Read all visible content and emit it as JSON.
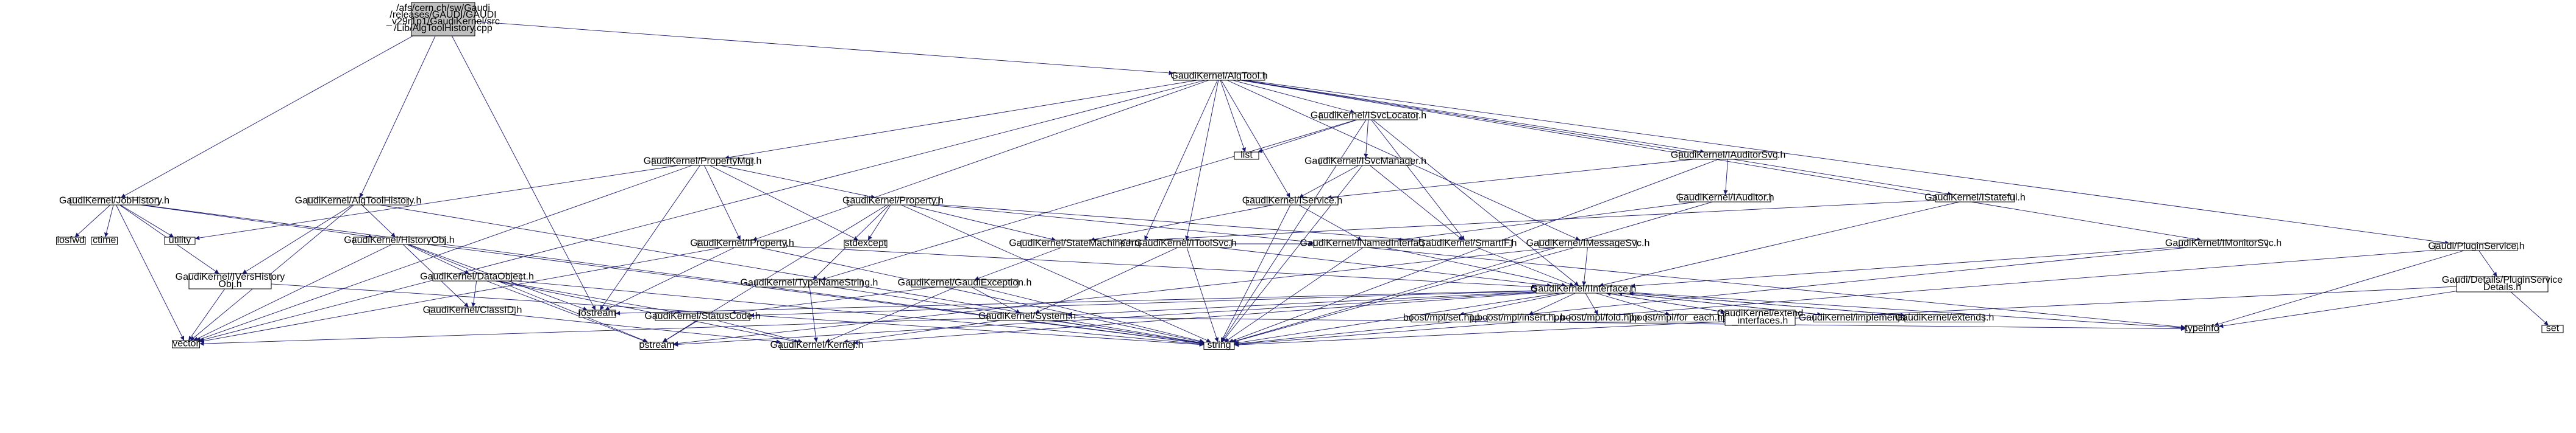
{
  "colors": {
    "edge": "#191970",
    "root_fill": "#bfbfbf",
    "node_fill": "#ffffff",
    "highlight_border": "#ff0000",
    "lib_border": "#bfbfbf"
  },
  "nodes": [
    {
      "id": "root",
      "lines": [
        "/afs/cern.ch/sw/Gaudi",
        "/releases/GAUDI/GAUDI",
        "_v29r1p1/GaudiKernel/src",
        "/Lib/AlgToolHistory.cpp"
      ],
      "style": "root"
    },
    {
      "id": "algtool",
      "lines": [
        "GaudiKernel/AlgTool.h"
      ],
      "style": "normal"
    },
    {
      "id": "svclocator",
      "lines": [
        "GaudiKernel/ISvcLocator.h"
      ],
      "style": "normal"
    },
    {
      "id": "list",
      "lines": [
        "list"
      ],
      "style": "lib"
    },
    {
      "id": "isvcmanager",
      "lines": [
        "GaudiKernel/ISvcManager.h"
      ],
      "style": "red"
    },
    {
      "id": "iauditorsvc",
      "lines": [
        "GaudiKernel/IAuditorSvc.h"
      ],
      "style": "normal"
    },
    {
      "id": "iauditor",
      "lines": [
        "GaudiKernel/IAuditor.h"
      ],
      "style": "normal"
    },
    {
      "id": "istateful",
      "lines": [
        "GaudiKernel/IStateful.h"
      ],
      "style": "normal"
    },
    {
      "id": "imonitorsvc",
      "lines": [
        "GaudiKernel/IMonitorSvc.h"
      ],
      "style": "normal"
    },
    {
      "id": "pluginservice",
      "lines": [
        "Gaudi/PluginService.h"
      ],
      "style": "normal"
    },
    {
      "id": "pluginservicedetails",
      "lines": [
        "Gaudi/Details/PluginService",
        "Details.h"
      ],
      "style": "red"
    },
    {
      "id": "set",
      "lines": [
        "set"
      ],
      "style": "lib"
    },
    {
      "id": "typeinfo",
      "lines": [
        "typeinfo"
      ],
      "style": "lib"
    },
    {
      "id": "propertymgr",
      "lines": [
        "GaudiKernel/PropertyMgr.h"
      ],
      "style": "normal"
    },
    {
      "id": "jobhistory",
      "lines": [
        "GaudiKernel/JobHistory.h"
      ],
      "style": "normal"
    },
    {
      "id": "algtoolhistory",
      "lines": [
        "GaudiKernel/AlgToolHistory.h"
      ],
      "style": "normal"
    },
    {
      "id": "property",
      "lines": [
        "GaudiKernel/Property.h"
      ],
      "style": "red"
    },
    {
      "id": "ialgtool",
      "lines": [
        "GaudiKernel/IAlgTool.h"
      ],
      "style": "normal"
    },
    {
      "id": "iservice",
      "lines": [
        "GaudiKernel/IService.h"
      ],
      "style": "normal"
    },
    {
      "id": "iosfwd",
      "lines": [
        "iosfwd"
      ],
      "style": "lib"
    },
    {
      "id": "ctime",
      "lines": [
        "ctime"
      ],
      "style": "lib"
    },
    {
      "id": "utility",
      "lines": [
        "utility"
      ],
      "style": "lib"
    },
    {
      "id": "historyobj",
      "lines": [
        "GaudiKernel/HistoryObj.h"
      ],
      "style": "normal"
    },
    {
      "id": "iproperty",
      "lines": [
        "GaudiKernel/IProperty.h"
      ],
      "style": "normal"
    },
    {
      "id": "stdexcept",
      "lines": [
        "stdexcept"
      ],
      "style": "lib"
    },
    {
      "id": "statemachine",
      "lines": [
        "GaudiKernel/StateMachine.h"
      ],
      "style": "normal"
    },
    {
      "id": "itoolsvc",
      "lines": [
        "GaudiKernel/IToolSvc.h"
      ],
      "style": "normal"
    },
    {
      "id": "inamedinterface",
      "lines": [
        "GaudiKernel/INamedInterface.h"
      ],
      "style": "normal"
    },
    {
      "id": "smartif",
      "lines": [
        "GaudiKernel/SmartIF.h"
      ],
      "style": "normal"
    },
    {
      "id": "imessagesvc",
      "lines": [
        "GaudiKernel/IMessageSvc.h"
      ],
      "style": "normal"
    },
    {
      "id": "iversholder",
      "lines": [
        "GaudiKernel/IVersHistory",
        "Obj.h"
      ],
      "style": "normal"
    },
    {
      "id": "dataobject",
      "lines": [
        "GaudiKernel/DataObject.h"
      ],
      "style": "normal"
    },
    {
      "id": "typenamestring",
      "lines": [
        "GaudiKernel/TypeNameString.h"
      ],
      "style": "normal"
    },
    {
      "id": "gaudiexception",
      "lines": [
        "GaudiKernel/GaudiException.h"
      ],
      "style": "red"
    },
    {
      "id": "iinterface",
      "lines": [
        "GaudiKernel/IInterface.h"
      ],
      "style": "normal"
    },
    {
      "id": "classid",
      "lines": [
        "GaudiKernel/ClassID.h"
      ],
      "style": "normal"
    },
    {
      "id": "iostream",
      "lines": [
        "iostream"
      ],
      "style": "lib"
    },
    {
      "id": "statuscode",
      "lines": [
        "GaudiKernel/StatusCode.h"
      ],
      "style": "red"
    },
    {
      "id": "system",
      "lines": [
        "GaudiKernel/System.h"
      ],
      "style": "red"
    },
    {
      "id": "boostset",
      "lines": [
        "boost/mpl/set.hpp"
      ],
      "style": "lib"
    },
    {
      "id": "boostinsert",
      "lines": [
        "boost/mpl/insert.hpp"
      ],
      "style": "lib"
    },
    {
      "id": "boostfold",
      "lines": [
        "boost/mpl/fold.hpp"
      ],
      "style": "lib"
    },
    {
      "id": "boostforeach",
      "lines": [
        "boost/mpl/for_each.hpp"
      ],
      "style": "lib"
    },
    {
      "id": "extendinterfaces",
      "lines": [
        "GaudiKernel/extend",
        "_interfaces.h"
      ],
      "style": "normal"
    },
    {
      "id": "implements",
      "lines": [
        "GaudiKernel/implements.h"
      ],
      "style": "normal"
    },
    {
      "id": "extends",
      "lines": [
        "GaudiKernel/extends.h"
      ],
      "style": "normal"
    },
    {
      "id": "vector",
      "lines": [
        "vector"
      ],
      "style": "lib"
    },
    {
      "id": "ostream",
      "lines": [
        "ostream"
      ],
      "style": "lib"
    },
    {
      "id": "kernel",
      "lines": [
        "GaudiKernel/Kernel.h"
      ],
      "style": "normal"
    },
    {
      "id": "string",
      "lines": [
        "string"
      ],
      "style": "lib"
    }
  ],
  "edges": [
    [
      "root",
      "algtool"
    ],
    [
      "root",
      "jobhistory"
    ],
    [
      "root",
      "algtoolhistory"
    ],
    [
      "root",
      "iostream"
    ],
    [
      "algtool",
      "svclocator"
    ],
    [
      "algtool",
      "list"
    ],
    [
      "algtool",
      "iauditorsvc"
    ],
    [
      "algtool",
      "istateful"
    ],
    [
      "algtool",
      "imonitorsvc"
    ],
    [
      "algtool",
      "pluginservice"
    ],
    [
      "algtool",
      "propertymgr"
    ],
    [
      "algtool",
      "iproperty"
    ],
    [
      "algtool",
      "ialgtool"
    ],
    [
      "algtool",
      "iservice"
    ],
    [
      "algtool",
      "itoolsvc"
    ],
    [
      "algtool",
      "imessagesvc"
    ],
    [
      "algtool",
      "vector"
    ],
    [
      "svclocator",
      "list"
    ],
    [
      "svclocator",
      "isvcmanager"
    ],
    [
      "svclocator",
      "smartif"
    ],
    [
      "svclocator",
      "iinterface"
    ],
    [
      "svclocator",
      "string"
    ],
    [
      "svclocator",
      "typenamestring"
    ],
    [
      "isvcmanager",
      "iservice"
    ],
    [
      "isvcmanager",
      "smartif"
    ],
    [
      "isvcmanager",
      "string"
    ],
    [
      "iauditorsvc",
      "iauditor"
    ],
    [
      "iauditorsvc",
      "iservice"
    ],
    [
      "iauditorsvc",
      "string"
    ],
    [
      "iauditor",
      "inamedinterface"
    ],
    [
      "iauditor",
      "string"
    ],
    [
      "istateful",
      "iinterface"
    ],
    [
      "istateful",
      "statemachine"
    ],
    [
      "imonitorsvc",
      "iinterface"
    ],
    [
      "imonitorsvc",
      "string"
    ],
    [
      "pluginservice",
      "pluginservicedetails"
    ],
    [
      "pluginservice",
      "string"
    ],
    [
      "pluginservice",
      "typeinfo"
    ],
    [
      "pluginservicedetails",
      "set"
    ],
    [
      "pluginservicedetails",
      "typeinfo"
    ],
    [
      "pluginservicedetails",
      "string"
    ],
    [
      "propertymgr",
      "property"
    ],
    [
      "propertymgr",
      "iproperty"
    ],
    [
      "propertymgr",
      "utility"
    ],
    [
      "propertymgr",
      "stdexcept"
    ],
    [
      "propertymgr",
      "iostream"
    ],
    [
      "propertymgr",
      "vector"
    ],
    [
      "jobhistory",
      "historyobj"
    ],
    [
      "jobhistory",
      "iversholder"
    ],
    [
      "jobhistory",
      "iosfwd"
    ],
    [
      "jobhistory",
      "ctime"
    ],
    [
      "jobhistory",
      "utility"
    ],
    [
      "jobhistory",
      "vector"
    ],
    [
      "jobhistory",
      "string"
    ],
    [
      "algtoolhistory",
      "historyobj"
    ],
    [
      "algtoolhistory",
      "iversholder"
    ],
    [
      "algtoolhistory",
      "vector"
    ],
    [
      "algtoolhistory",
      "string"
    ],
    [
      "property",
      "statemachine"
    ],
    [
      "property",
      "smartif"
    ],
    [
      "property",
      "typenamestring"
    ],
    [
      "property",
      "typeinfo"
    ],
    [
      "property",
      "stdexcept"
    ],
    [
      "property",
      "string"
    ],
    [
      "property",
      "ostream"
    ],
    [
      "ialgtool",
      "inamedinterface"
    ],
    [
      "ialgtool",
      "statemachine"
    ],
    [
      "iservice",
      "inamedinterface"
    ],
    [
      "iservice",
      "statemachine"
    ],
    [
      "iservice",
      "string"
    ],
    [
      "historyobj",
      "dataobject"
    ],
    [
      "historyobj",
      "classid"
    ],
    [
      "historyobj",
      "iostream"
    ],
    [
      "historyobj",
      "ostream"
    ],
    [
      "historyobj",
      "string"
    ],
    [
      "historyobj",
      "vector"
    ],
    [
      "iproperty",
      "iinterface"
    ],
    [
      "iproperty",
      "iostream"
    ],
    [
      "iproperty",
      "string"
    ],
    [
      "iproperty",
      "vector"
    ],
    [
      "statemachine",
      "gaudiexception"
    ],
    [
      "itoolsvc",
      "iinterface"
    ],
    [
      "itoolsvc",
      "system"
    ],
    [
      "itoolsvc",
      "string"
    ],
    [
      "inamedinterface",
      "iinterface"
    ],
    [
      "inamedinterface",
      "string"
    ],
    [
      "smartif",
      "iinterface"
    ],
    [
      "imessagesvc",
      "iinterface"
    ],
    [
      "imessagesvc",
      "string"
    ],
    [
      "imessagesvc",
      "ostream"
    ],
    [
      "iversholder",
      "string"
    ],
    [
      "iversholder",
      "vector"
    ],
    [
      "dataobject",
      "classid"
    ],
    [
      "dataobject",
      "statuscode"
    ],
    [
      "dataobject",
      "ostream"
    ],
    [
      "dataobject",
      "string"
    ],
    [
      "dataobject",
      "kernel"
    ],
    [
      "typenamestring",
      "string"
    ],
    [
      "typenamestring",
      "kernel"
    ],
    [
      "gaudiexception",
      "statuscode"
    ],
    [
      "gaudiexception",
      "system"
    ],
    [
      "gaudiexception",
      "kernel"
    ],
    [
      "gaudiexception",
      "string"
    ],
    [
      "iinterface",
      "statuscode"
    ],
    [
      "iinterface",
      "system"
    ],
    [
      "iinterface",
      "kernel"
    ],
    [
      "iinterface",
      "boostset"
    ],
    [
      "iinterface",
      "boostinsert"
    ],
    [
      "iinterface",
      "boostfold"
    ],
    [
      "iinterface",
      "boostforeach"
    ],
    [
      "iinterface",
      "extendinterfaces"
    ],
    [
      "iinterface",
      "implements"
    ],
    [
      "iinterface",
      "extends"
    ],
    [
      "iinterface",
      "typeinfo"
    ],
    [
      "iinterface",
      "ostream"
    ],
    [
      "iinterface",
      "string"
    ],
    [
      "iinterface",
      "iostream"
    ],
    [
      "extendinterfaces",
      "iinterface"
    ],
    [
      "implements",
      "iinterface"
    ],
    [
      "extends",
      "iinterface"
    ],
    [
      "statuscode",
      "ostream"
    ],
    [
      "statuscode",
      "kernel"
    ],
    [
      "system",
      "kernel"
    ],
    [
      "system",
      "string"
    ],
    [
      "system",
      "typeinfo"
    ],
    [
      "system",
      "vector"
    ],
    [
      "classid",
      "kernel"
    ]
  ]
}
